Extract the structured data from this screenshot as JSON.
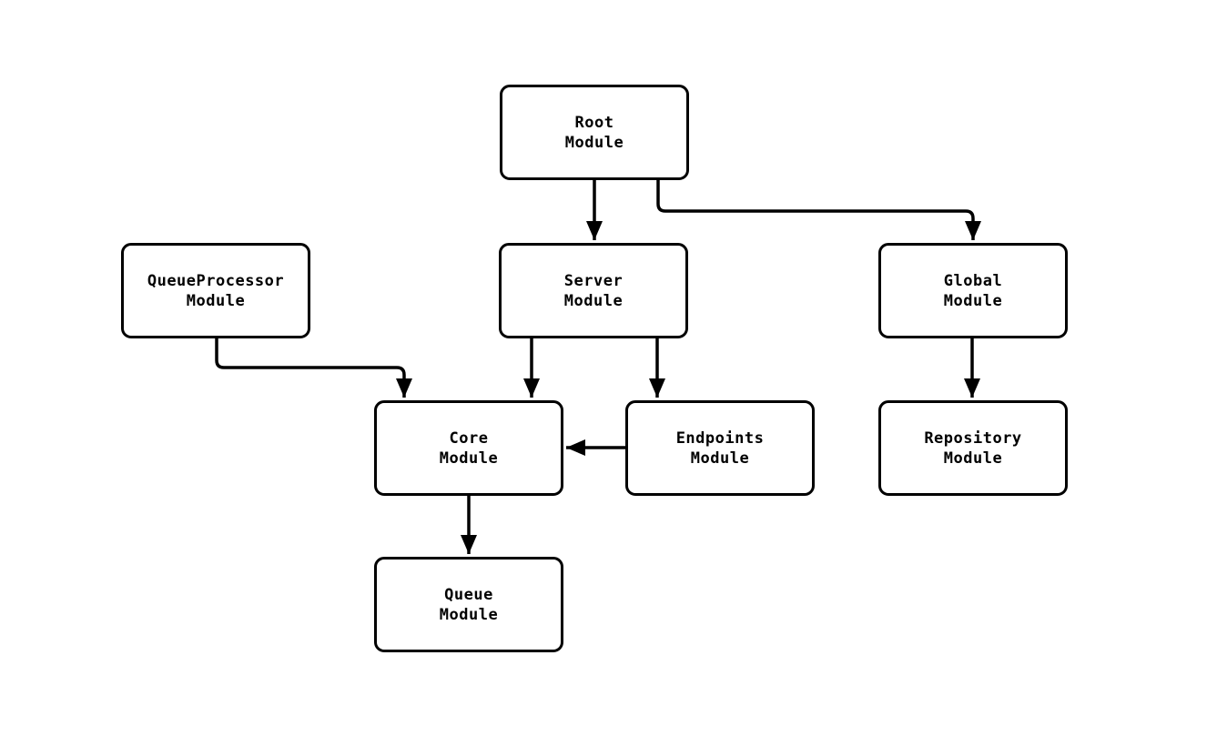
{
  "diagram": {
    "type": "module-dependency-flowchart",
    "colors": {
      "background": "#ffffff",
      "node_fill": "#ffffff",
      "stroke": "#000000",
      "text": "#000000"
    },
    "nodes": {
      "root": {
        "line1": "Root",
        "line2": "Module"
      },
      "queue_processor": {
        "line1": "QueueProcessor",
        "line2": "Module"
      },
      "server": {
        "line1": "Server",
        "line2": "Module"
      },
      "global": {
        "line1": "Global",
        "line2": "Module"
      },
      "core": {
        "line1": "Core",
        "line2": "Module"
      },
      "endpoints": {
        "line1": "Endpoints",
        "line2": "Module"
      },
      "repository": {
        "line1": "Repository",
        "line2": "Module"
      },
      "queue": {
        "line1": "Queue",
        "line2": "Module"
      }
    },
    "edges": [
      {
        "from": "Root Module",
        "to": "Server Module"
      },
      {
        "from": "Root Module",
        "to": "Global Module"
      },
      {
        "from": "QueueProcessor Module",
        "to": "Core Module"
      },
      {
        "from": "Server Module",
        "to": "Core Module"
      },
      {
        "from": "Server Module",
        "to": "Endpoints Module"
      },
      {
        "from": "Endpoints Module",
        "to": "Core Module"
      },
      {
        "from": "Core Module",
        "to": "Queue Module"
      },
      {
        "from": "Global Module",
        "to": "Repository Module"
      }
    ]
  }
}
